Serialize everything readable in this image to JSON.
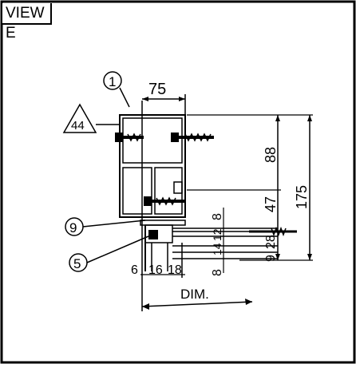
{
  "view_title": "VIEW E",
  "callouts": {
    "part_1": "1",
    "part_9": "9",
    "part_5": "5",
    "revision_44": "44"
  },
  "dimensions": {
    "width_top": "75",
    "height_upper": "88",
    "height_total": "175",
    "height_mid": "47",
    "d_8_top": "8",
    "d_12": "12",
    "d_14": "14",
    "d_8_bottom": "8",
    "d_28": "28",
    "d_9": "9",
    "d_6": "6",
    "d_16": "16",
    "d_18": "18",
    "dim_label": "DIM."
  },
  "colors": {
    "line": "#000000",
    "background": "#ffffff"
  }
}
